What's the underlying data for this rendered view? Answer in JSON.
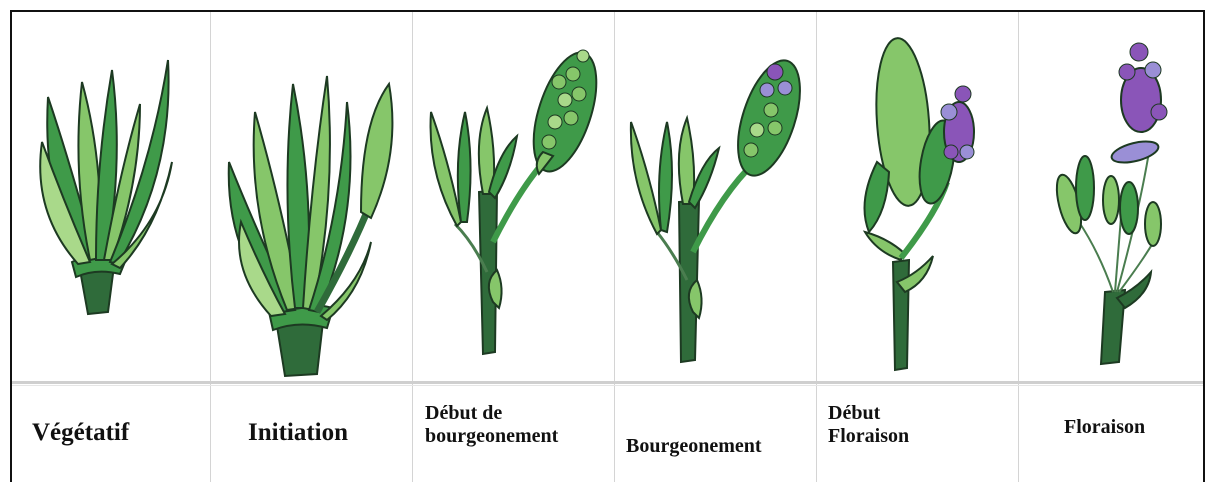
{
  "stages": [
    {
      "id": "vegetatif",
      "label": "Végétatif"
    },
    {
      "id": "initiation",
      "label": "Initiation"
    },
    {
      "id": "debut-bourgeonement",
      "label": "Début de bourgeonement",
      "lines": [
        "Début de",
        "bourgeonement"
      ]
    },
    {
      "id": "bourgeonement",
      "label": "Bourgeonement"
    },
    {
      "id": "debut-floraison",
      "label": "Début Floraison",
      "lines": [
        "Début",
        "Floraison"
      ]
    },
    {
      "id": "floraison",
      "label": "Floraison"
    }
  ],
  "colors": {
    "dark_green": "#2f6b3a",
    "mid_green": "#3f9a49",
    "light_green": "#86c66a",
    "pale_green": "#a9d98a",
    "purple": "#8a55b8",
    "lilac": "#9a8fd6",
    "outline": "#1d3a22"
  }
}
